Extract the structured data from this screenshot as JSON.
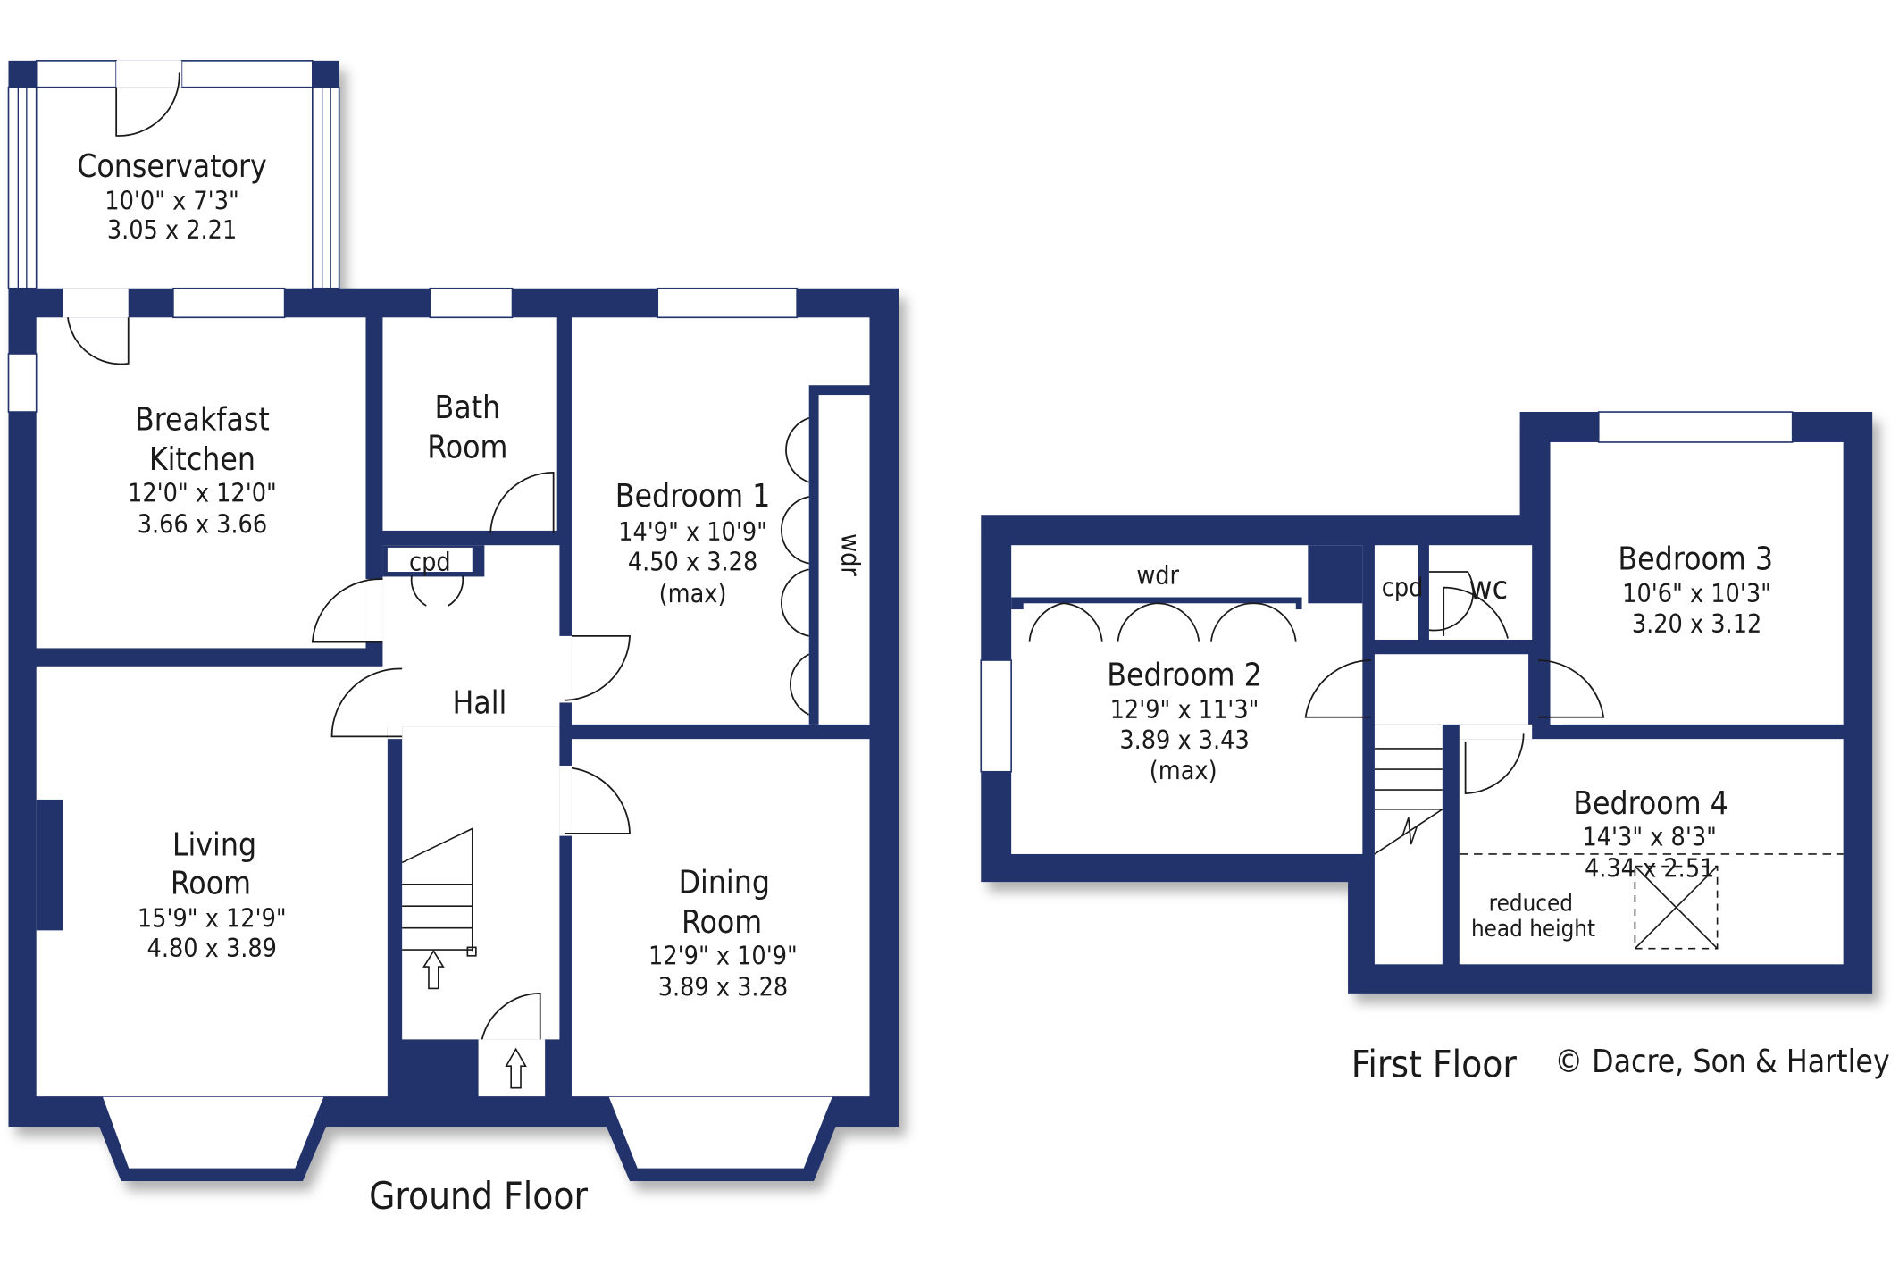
{
  "ground_floor": {
    "title": "Ground Floor",
    "rooms": {
      "conservatory": {
        "name": "Conservatory",
        "imperial": "10'0\"  x  7'3\"",
        "metric": "3.05  x  2.21"
      },
      "kitchen": {
        "name1": "Breakfast",
        "name2": "Kitchen",
        "imperial": "12'0\"  x  12'0\"",
        "metric": "3.66  x  3.66"
      },
      "bath": {
        "name1": "Bath",
        "name2": "Room"
      },
      "cpd": {
        "name": "cpd"
      },
      "bedroom1": {
        "name": "Bedroom 1",
        "imperial": "14'9\"  x  10'9\"",
        "metric": "4.50  x  3.28",
        "note": "(max)",
        "wdr": "wdr"
      },
      "hall": {
        "name": "Hall"
      },
      "living": {
        "name1": "Living",
        "name2": "Room",
        "imperial": "15'9\"  x  12'9\"",
        "metric": "4.80  x  3.89"
      },
      "dining": {
        "name1": "Dining",
        "name2": "Room",
        "imperial": "12'9\"  x  10'9\"",
        "metric": "3.89  x  3.28"
      }
    }
  },
  "first_floor": {
    "title": "First Floor",
    "rooms": {
      "bedroom2": {
        "name": "Bedroom 2",
        "imperial": "12'9\"  x  11'3\"",
        "metric": "3.89  x  3.43",
        "note": "(max)",
        "wdr": "wdr"
      },
      "cpd": {
        "name": "cpd"
      },
      "wc": {
        "name": "wc"
      },
      "bedroom3": {
        "name": "Bedroom 3",
        "imperial": "10'6\"  x  10'3\"",
        "metric": "3.20  x  3.12"
      },
      "bedroom4": {
        "name": "Bedroom 4",
        "imperial": "14'3\"  x  8'3\"",
        "metric": "4.34  x  2.51",
        "note1": "reduced",
        "note2": "head height"
      }
    }
  },
  "copyright": "© Dacre, Son & Hartley",
  "colors": {
    "wall": "#22336b"
  }
}
